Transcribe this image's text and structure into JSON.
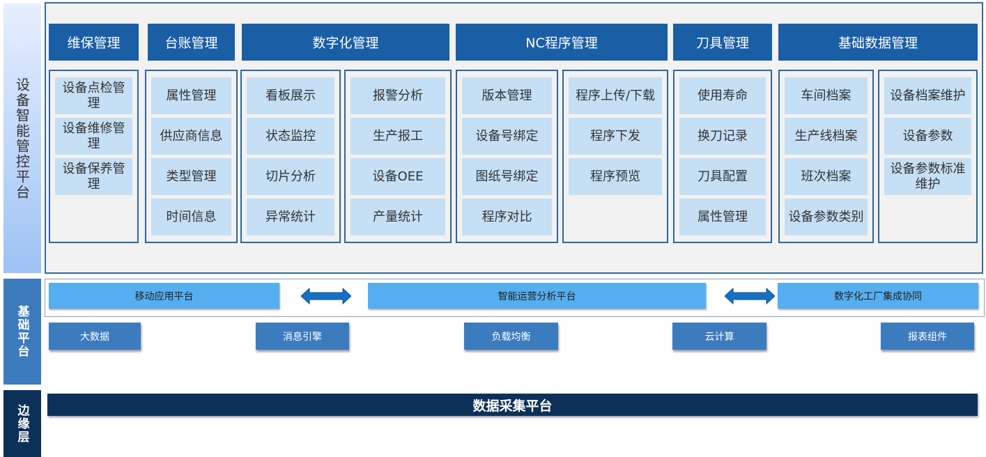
{
  "layers": {
    "application": "设备智能管控平台",
    "foundation": "基础平台",
    "edge": "边缘层"
  },
  "modules": [
    {
      "header": "维保管理",
      "columns": [
        [
          "设备点检管理",
          "设备维修管理",
          "设备保养管理"
        ]
      ]
    },
    {
      "header": "台账管理",
      "columns": [
        [
          "属性管理",
          "供应商信息",
          "类型管理",
          "时间信息"
        ]
      ]
    },
    {
      "header": "数字化管理",
      "columns": [
        [
          "看板展示",
          "状态监控",
          "切片分析",
          "异常统计"
        ],
        [
          "报警分析",
          "生产报工",
          "设备OEE",
          "产量统计"
        ]
      ]
    },
    {
      "header": "NC程序管理",
      "columns": [
        [
          "版本管理",
          "设备号绑定",
          "图纸号绑定",
          "程序对比"
        ],
        [
          "程序上传/下载",
          "程序下发",
          "程序预览"
        ]
      ]
    },
    {
      "header": "刀具管理",
      "columns": [
        [
          "使用寿命",
          "换刀记录",
          "刀具配置",
          "属性管理"
        ]
      ]
    },
    {
      "header": "基础数据管理",
      "columns": [
        [
          "车间档案",
          "生产线档案",
          "班次档案",
          "设备参数类别"
        ],
        [
          "设备档案维护",
          "设备参数",
          "设备参数标准维护"
        ]
      ]
    }
  ],
  "platforms": [
    "移动应用平台",
    "智能运营分析平台",
    "数字化工厂集成协同"
  ],
  "services": [
    "大数据",
    "消息引擎",
    "负载均衡",
    "云计算",
    "报表组件"
  ],
  "data_collection": "数据采集平台",
  "colors": {
    "header": "#1a5ea6",
    "item": "#c5e0f5",
    "platform": "#55aef0",
    "service": "#3d7bbf",
    "edge": "#0d3058"
  }
}
